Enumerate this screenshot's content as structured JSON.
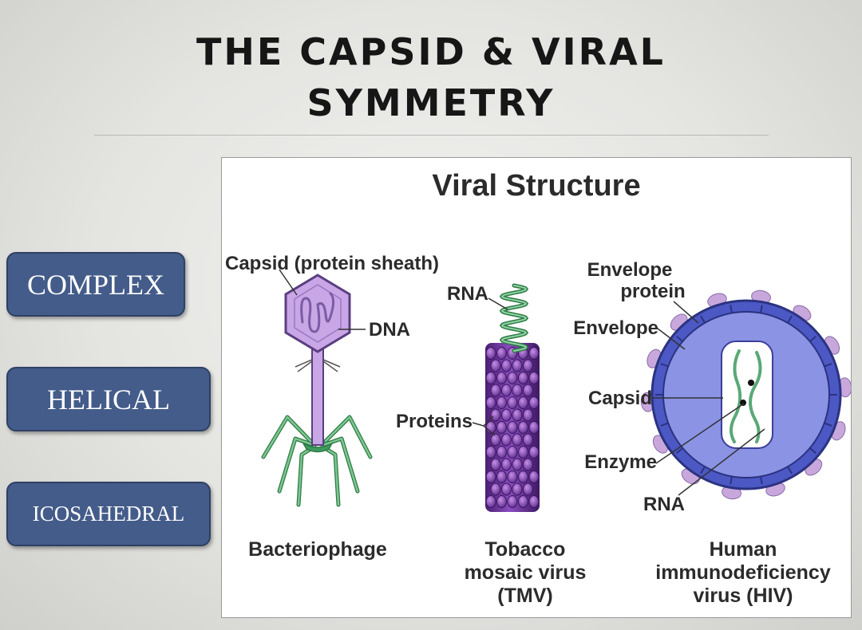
{
  "slide": {
    "title_line1": "THE CAPSID & VIRAL",
    "title_line2": "SYMMETRY"
  },
  "side_buttons": [
    {
      "label": "COMPLEX"
    },
    {
      "label": "HELICAL"
    },
    {
      "label": "ICOSAHEDRAL"
    }
  ],
  "figure": {
    "title": "Viral Structure",
    "bacteriophage": {
      "capsid_label": "Capsid (protein sheath)",
      "dna_label": "DNA",
      "name": "Bacteriophage"
    },
    "tmv": {
      "rna_label": "RNA",
      "proteins_label": "Proteins",
      "name_line1": "Tobacco",
      "name_line2": "mosaic virus",
      "name_line3": "(TMV)"
    },
    "hiv": {
      "envelope_protein_line1": "Envelope",
      "envelope_protein_line2": "protein",
      "envelope_label": "Envelope",
      "capsid_label": "Capsid",
      "enzyme_label": "Enzyme",
      "rna_label": "RNA",
      "name_line1": "Human",
      "name_line2": "immunodeficiency",
      "name_line3": "virus (HIV)"
    }
  },
  "colors": {
    "button_fill": "#445c8a",
    "capsid_purple": "#c9a6e6",
    "tail_green": "#3f9a5e",
    "hiv_blue": "#4c58c4"
  }
}
